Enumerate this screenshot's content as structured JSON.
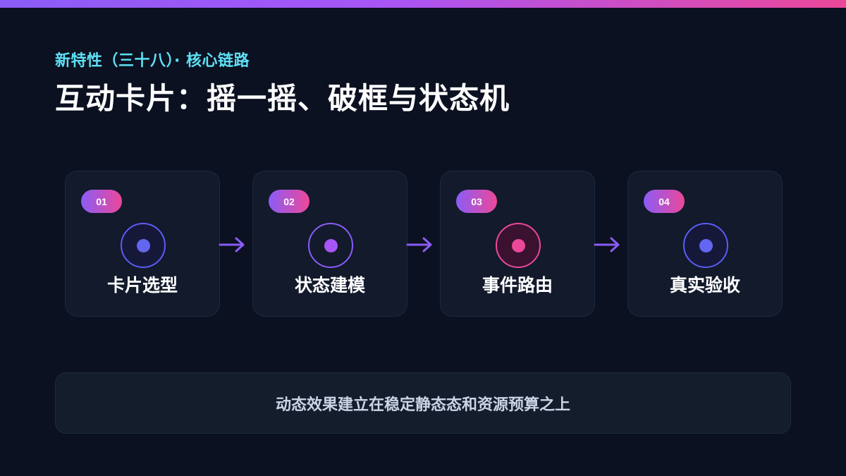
{
  "header": {
    "subtitle": "新特性（三十八）· 核心链路",
    "title": "互动卡片：摇一摇、破框与状态机"
  },
  "steps": [
    {
      "number": "01",
      "label": "卡片选型"
    },
    {
      "number": "02",
      "label": "状态建模"
    },
    {
      "number": "03",
      "label": "事件路由"
    },
    {
      "number": "04",
      "label": "真实验收"
    }
  ],
  "footer": {
    "text": "动态效果建立在稳定静态态和资源预算之上"
  },
  "colors": {
    "background": "#0b1120",
    "accent_cyan": "#5ee0f5",
    "accent_purple": "#8b5cf6",
    "accent_pink": "#ec4899",
    "accent_indigo": "#6366f1"
  }
}
